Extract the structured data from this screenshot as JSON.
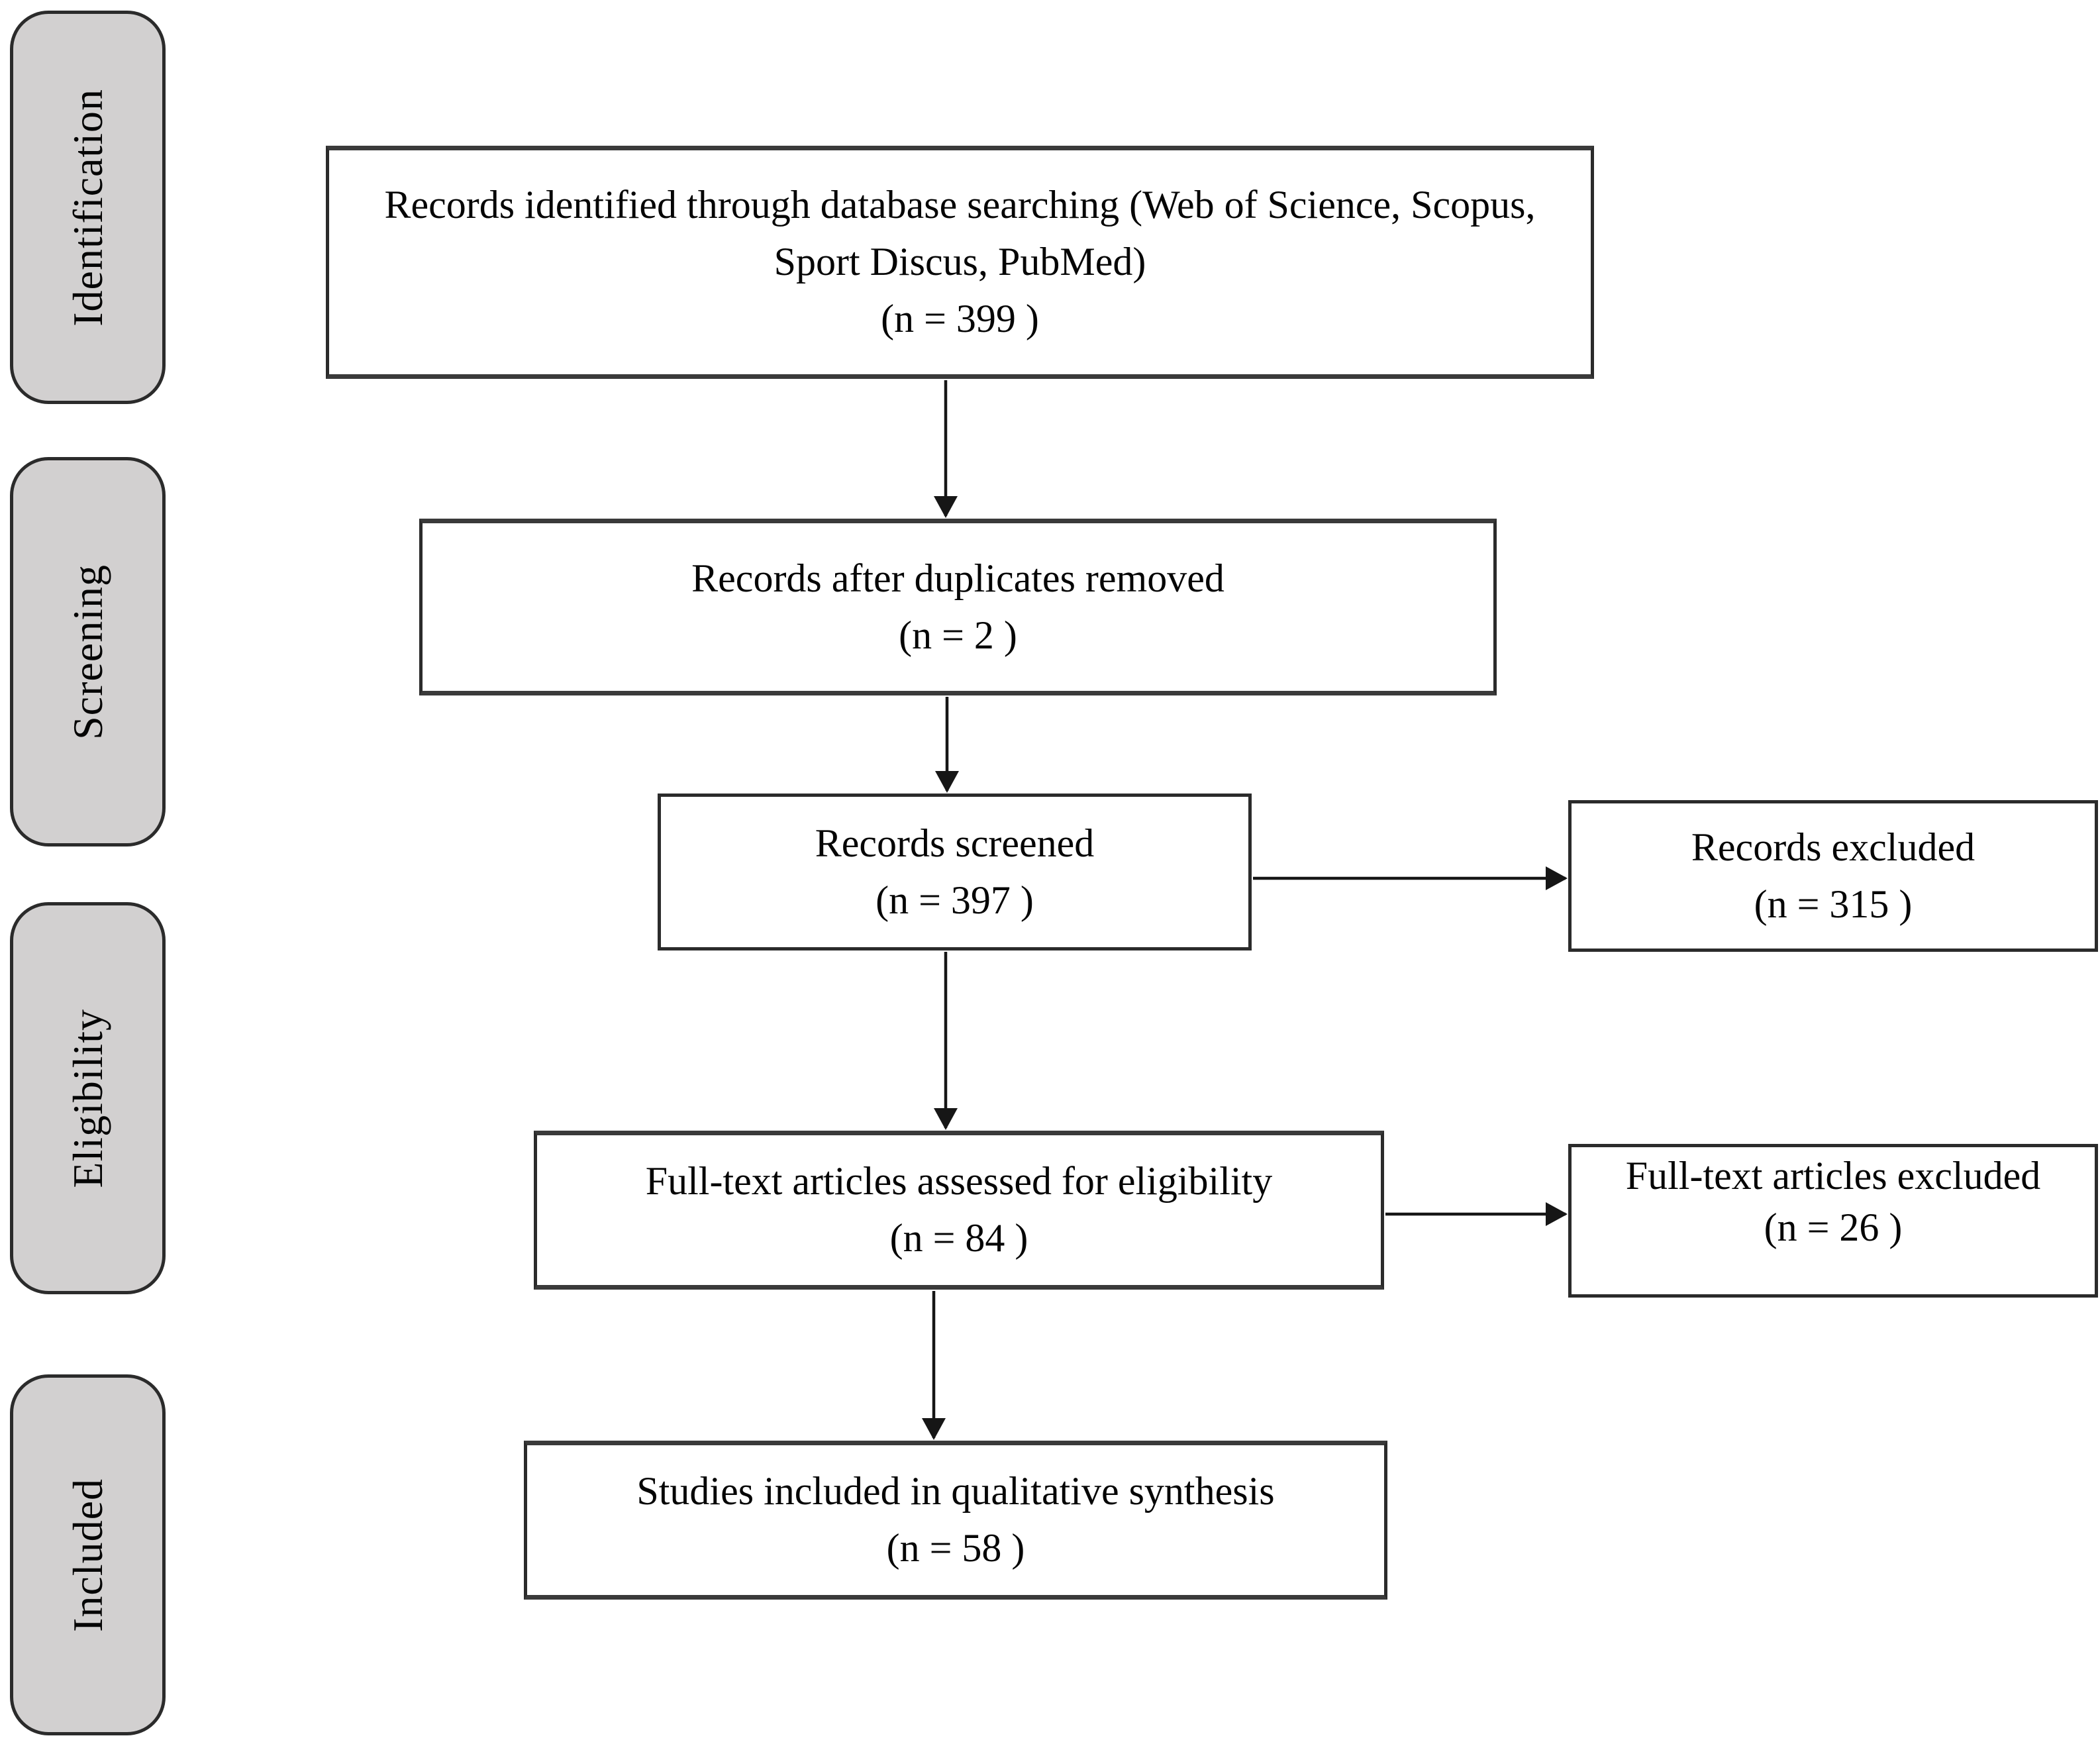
{
  "theme": {
    "background": "#ffffff",
    "box_fill": "#ffffff",
    "box_border": "#2b2b2b",
    "tab_fill": "#d2d0d0",
    "tab_border": "#2b2b2b",
    "arrow_color": "#161616",
    "text_color": "#050505"
  },
  "stages": [
    {
      "label": "Identification"
    },
    {
      "label": "Screening"
    },
    {
      "label": "Eligibility"
    },
    {
      "label": "Included"
    }
  ],
  "boxes": {
    "identified": {
      "label": "Records identified through database searching (Web of Science, Scopus, Sport Discus, PubMed)",
      "count": "(n = 399 )"
    },
    "deduplicated": {
      "label": "Records after duplicates removed",
      "count": "(n = 2 )"
    },
    "screened": {
      "label": "Records screened",
      "count": "(n = 397 )"
    },
    "records_excluded": {
      "label": "Records excluded",
      "count": "(n = 315 )"
    },
    "fulltext_assessed": {
      "label": "Full-text articles assessed for eligibility",
      "count": "(n = 84 )"
    },
    "fulltext_excluded": {
      "label": "Full-text articles excluded",
      "count": "(n = 26 )"
    },
    "qualitative_included": {
      "label": "Studies included in qualitative synthesis",
      "count": "(n = 58 )"
    }
  }
}
